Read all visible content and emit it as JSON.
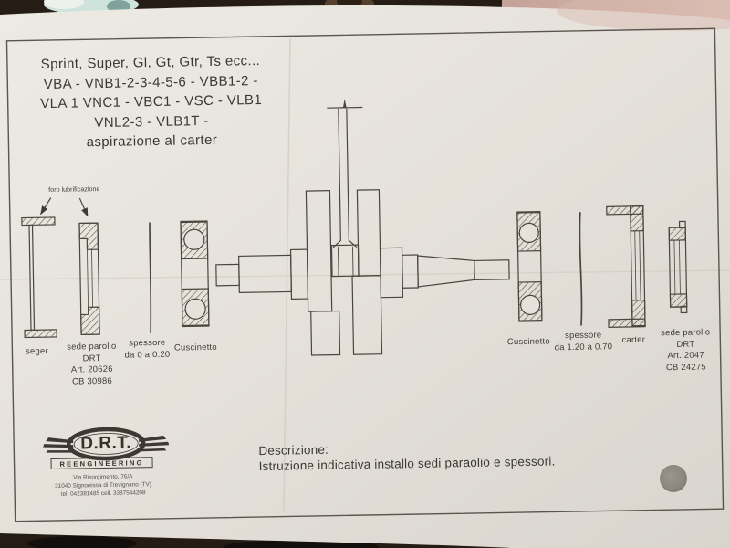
{
  "photo": {
    "paper_color": "#e7e3dc",
    "ink_color": "#4a463f",
    "table_dark_color": "#241c15",
    "table_pink_color": "#d5b3a8",
    "hole_punch_color": "#8d8781"
  },
  "header": {
    "model_lines": [
      "Sprint, Super, Gl, Gt, Gtr, Ts ecc...",
      "VBA - VNB1-2-3-4-5-6 - VBB1-2 -",
      "VLA 1 VNC1 - VBC1 - VSC - VLB1",
      "VNL2-3 - VLB1T -",
      "aspirazione al carter"
    ]
  },
  "diagram": {
    "annotation_foro": "foro lubrificazione",
    "labels_left": {
      "seger": "seger",
      "sede_paraolio": [
        "sede parolio",
        "DRT",
        "Art. 20626",
        "CB 30986"
      ],
      "spessore": [
        "spessore",
        "da 0 a 0.20"
      ],
      "cuscinetto": "Cuscinetto"
    },
    "labels_right": {
      "cuscinetto": "Cuscinetto",
      "spessore": [
        "spessore",
        "da 1.20 a 0.70"
      ],
      "carter": "carter",
      "sede_paraolio": [
        "sede parolio",
        "DRT",
        "Art. 2047",
        "CB 24275"
      ]
    }
  },
  "footer": {
    "logo": {
      "name": "D.R.T.",
      "subtitle": "REENGINEERING",
      "address_line1": "Via Risorgimento, 76/A",
      "address_line2": "31040 Signoressa di Trevignano (TV)",
      "address_line3": "tel. 042381485 cell. 3387544208"
    },
    "description_label": "Descrizione:",
    "description_text": "Istruzione indicativa installo sedi paraolio e spessori."
  }
}
